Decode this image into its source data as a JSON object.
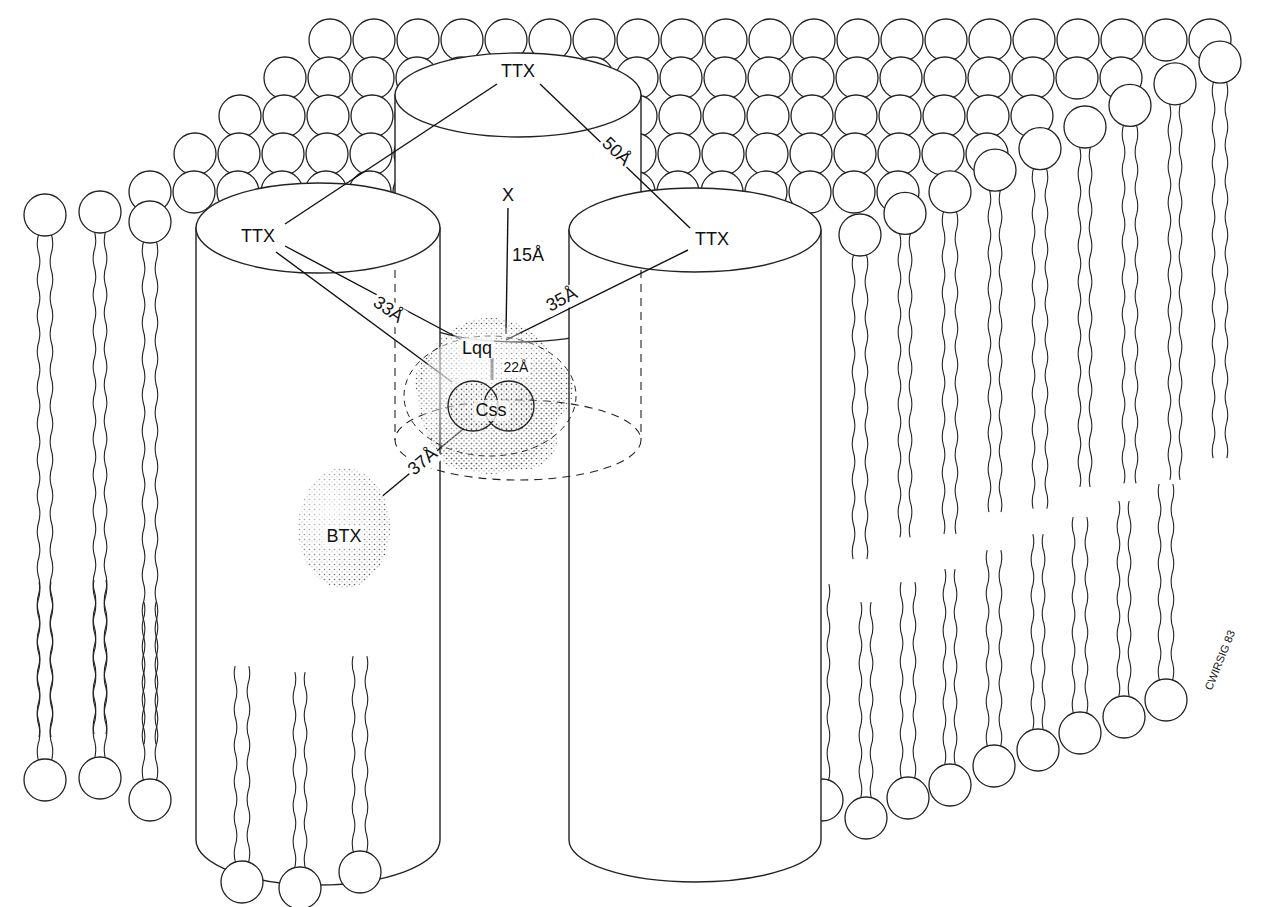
{
  "diagram": {
    "nodes": [
      {
        "text": [
          "Lqq"
        ]
      },
      {
        "text": [
          "Css"
        ],
        "in": 0
      },
      {
        "text": [
          "BTX"
        ]
      }
    ],
    "edges": [
      {
        "from": 2,
        "to": 1,
        "label": "37Å",
        "arrow": "none"
      }
    ],
    "labels": [
      "TTX",
      "TTX",
      "TTX",
      "X",
      "50Å",
      "15Å",
      "33Å",
      "35Å",
      "22Å",
      "CWIRSIG 83"
    ]
  }
}
